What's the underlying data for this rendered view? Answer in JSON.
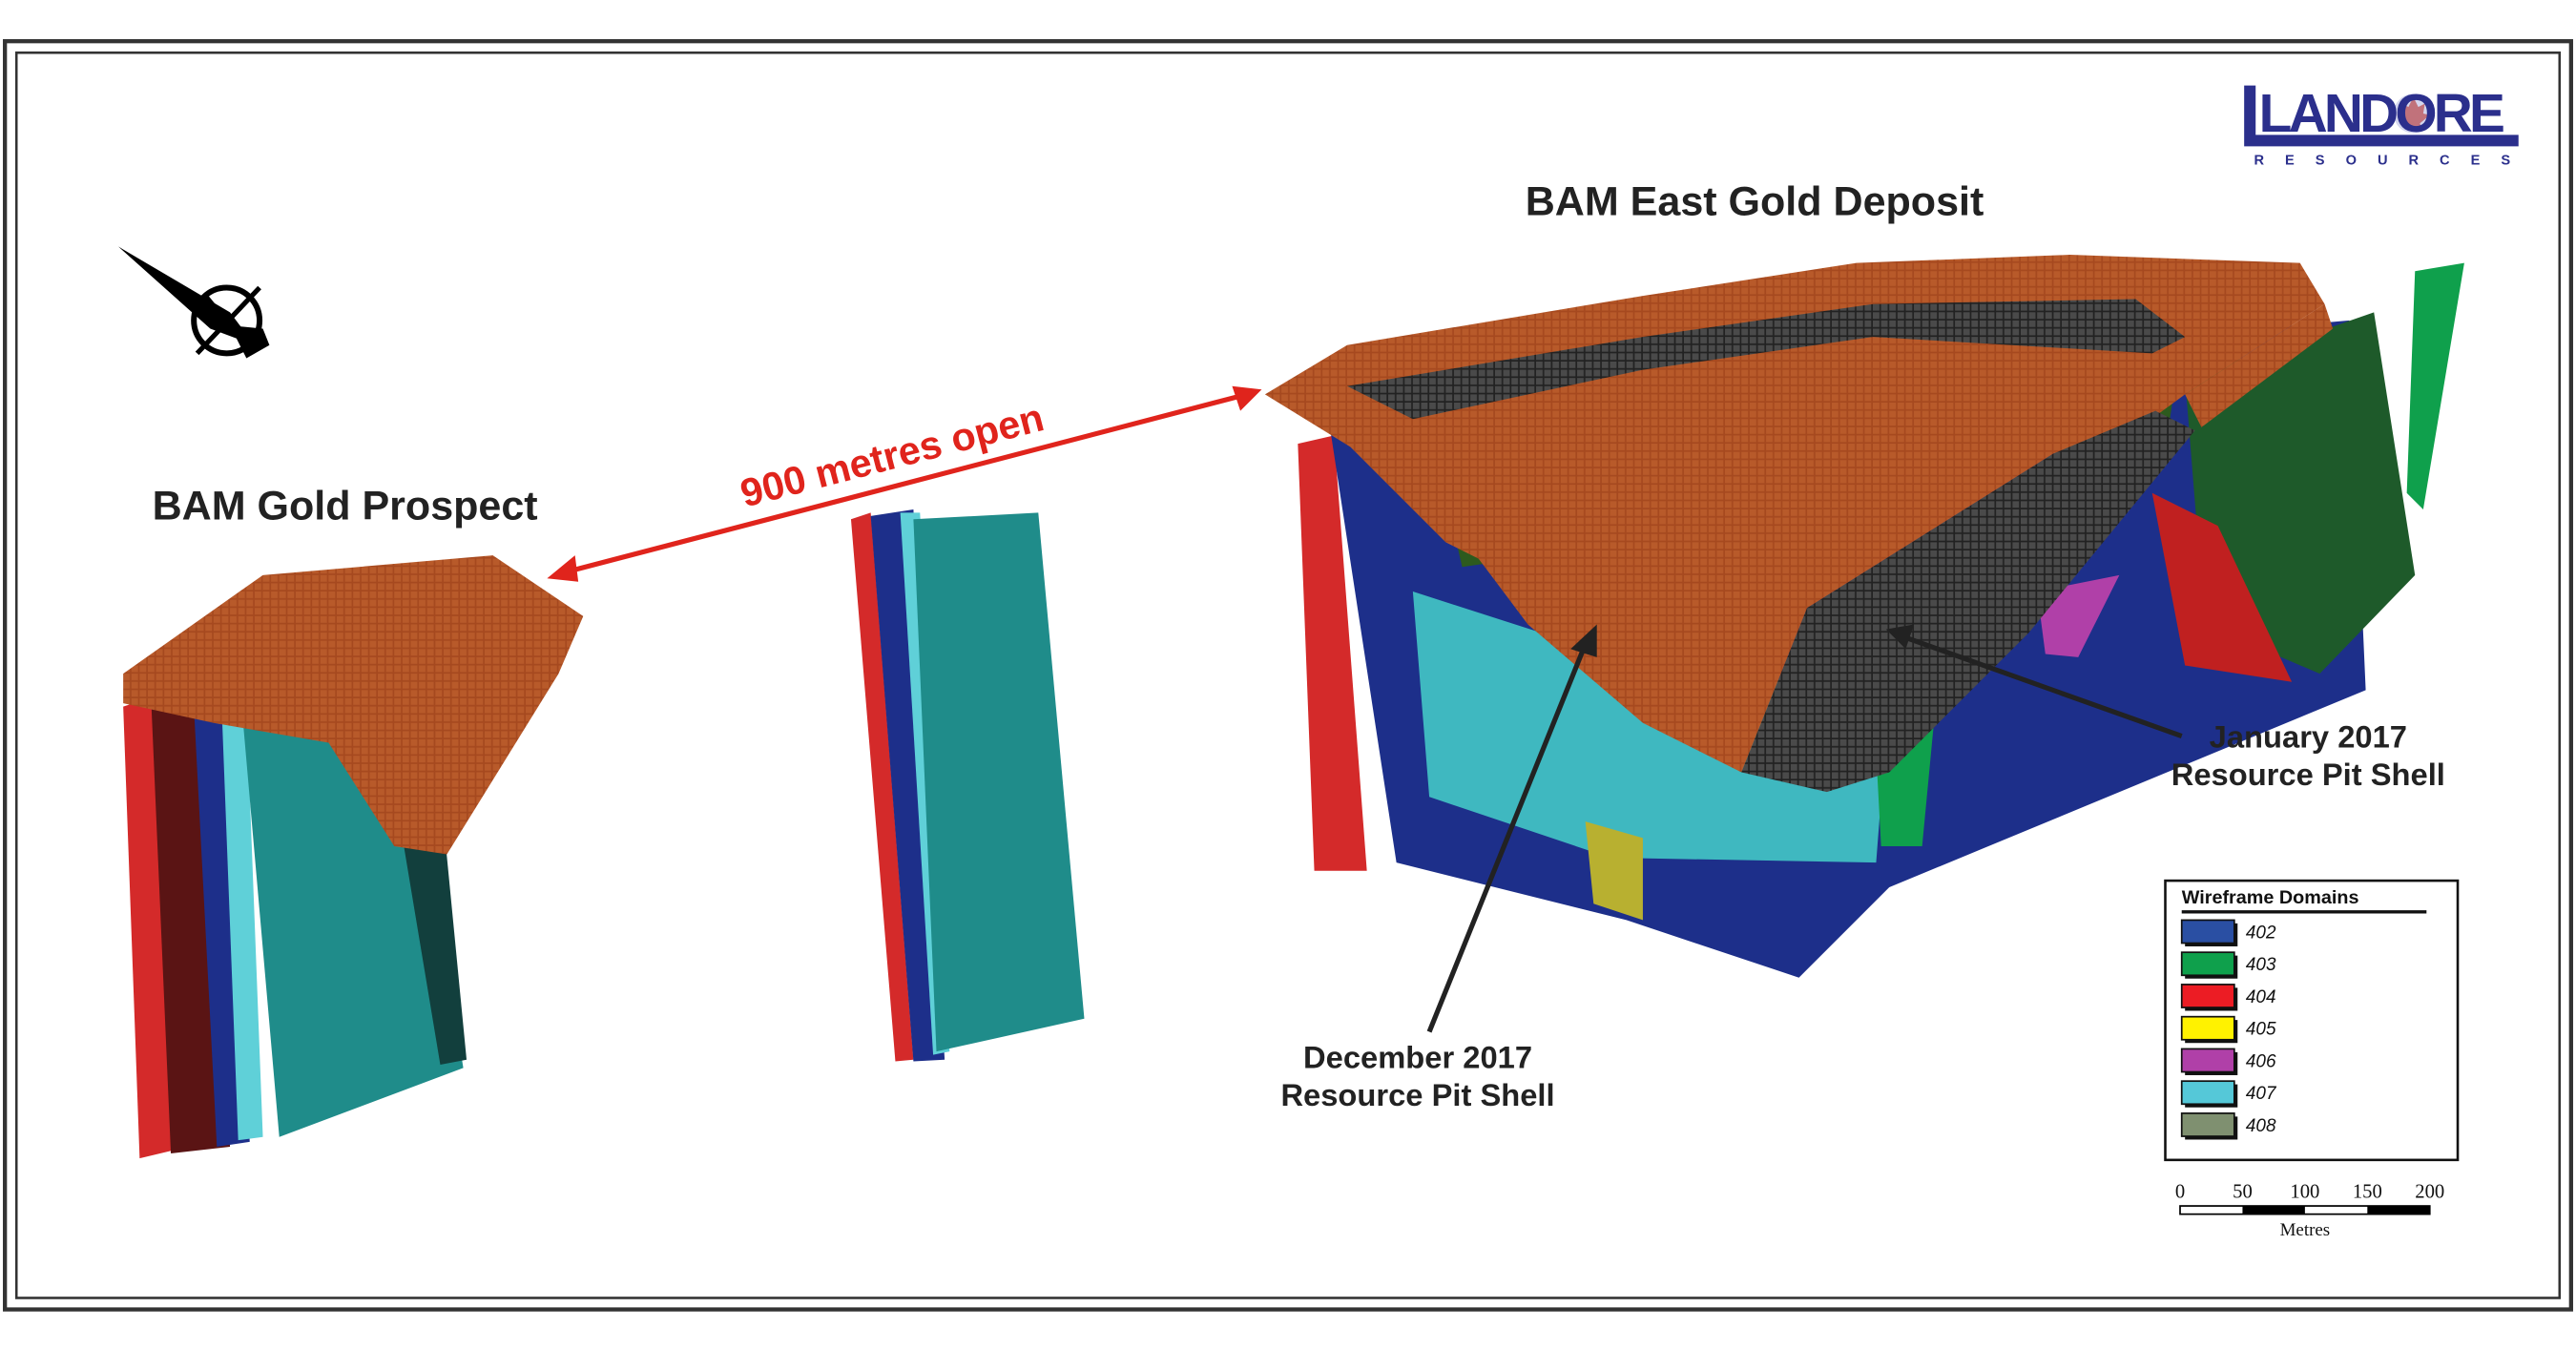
{
  "logo": {
    "name": "LANDORE",
    "subtitle": "RESOURCES",
    "color": "#2b2f8c",
    "leaf_color": "#b0201e"
  },
  "labels": {
    "east_deposit": "BAM East Gold Deposit",
    "prospect": "BAM Gold Prospect",
    "distance": "900 metres open",
    "dec_shell": [
      "December 2017",
      "Resource Pit Shell"
    ],
    "jan_shell": [
      "January 2017",
      "Resource Pit Shell"
    ]
  },
  "legend": {
    "title": "Wireframe Domains",
    "items": [
      {
        "label": "402",
        "color": "#2a4fa3"
      },
      {
        "label": "403",
        "color": "#0fa04c"
      },
      {
        "label": "404",
        "color": "#ec1c24"
      },
      {
        "label": "405",
        "color": "#fff200"
      },
      {
        "label": "406",
        "color": "#b040a8"
      },
      {
        "label": "407",
        "color": "#55c8d8"
      },
      {
        "label": "408",
        "color": "#7f9070"
      }
    ]
  },
  "scale_bar": {
    "ticks": [
      "0",
      "50",
      "100",
      "150",
      "200"
    ],
    "unit": "Metres"
  },
  "colors": {
    "arrow": "#e0241c",
    "pit_shell_dec": "#a6491f",
    "pit_shell_jan": "#3a3a3a",
    "teal": "#1f8c8a"
  }
}
